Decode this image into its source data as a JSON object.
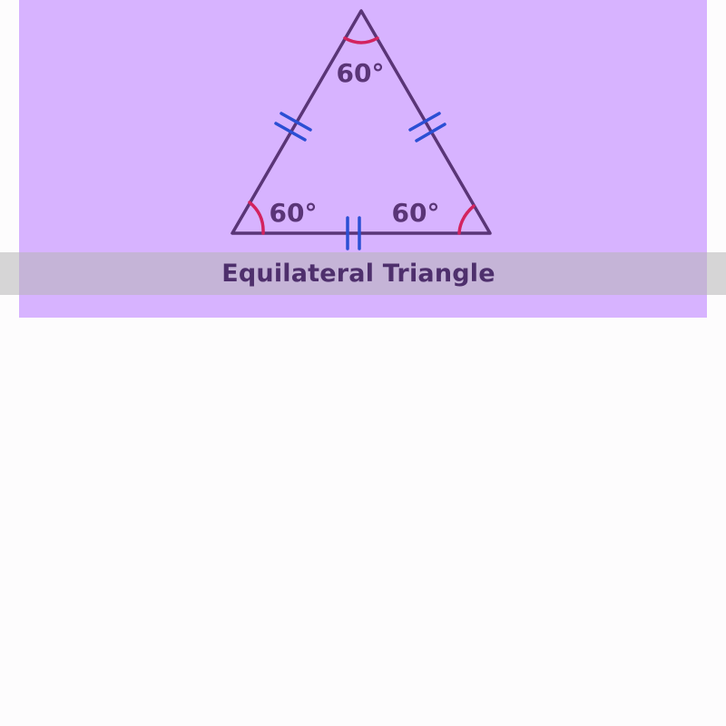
{
  "diagram": {
    "caption": "Equilateral Triangle",
    "angle_labels": {
      "top": "60°",
      "left": "60°",
      "right": "60°"
    },
    "colors": {
      "panel": "#d7b3ff",
      "triangle": "#5a3577",
      "angle_arc": "#d3235f",
      "tick_marks": "#2b4fd4",
      "caption_bar": "#b7b4b7",
      "caption_text": "#4e2f6c"
    }
  }
}
